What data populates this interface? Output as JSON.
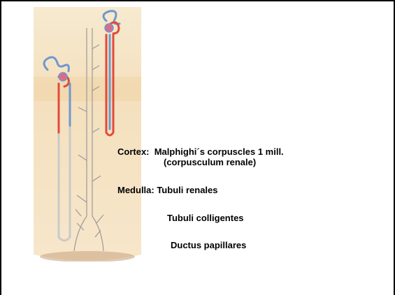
{
  "figure": {
    "labels": [
      "Cortex:  Malphighi´s corpuscles 1 mill.",
      "(corpusculum renale)",
      "Medulla: Tubuli renales",
      "Tubuli colligentes",
      "Ductus papillares"
    ]
  },
  "colors": {
    "cortex": "#f4e3c3",
    "medulla": "#f6e0c2",
    "arterial": "#e04a3a",
    "venous": "#6e98cf",
    "duct": "#c9c9c9"
  }
}
